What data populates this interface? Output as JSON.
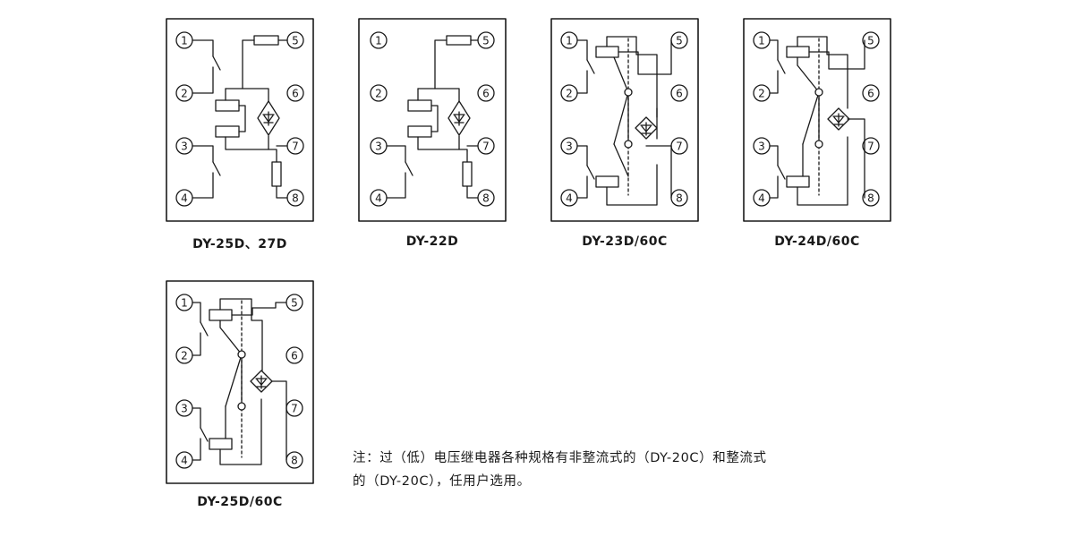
{
  "terminal_labels": [
    "1",
    "2",
    "3",
    "4",
    "5",
    "6",
    "7",
    "8"
  ],
  "diagrams": [
    {
      "id": "dy-25d-27d",
      "caption": "DY-25D、27D"
    },
    {
      "id": "dy-22d",
      "caption": "DY-22D"
    },
    {
      "id": "dy-23d-60c",
      "caption": "DY-23D/60C"
    },
    {
      "id": "dy-24d-60c",
      "caption": "DY-24D/60C"
    },
    {
      "id": "dy-25d-60c",
      "caption": "DY-25D/60C"
    }
  ],
  "note": {
    "line1": "注：过（低）电压继电器各种规格有非整流式的（DY-20C）和整流式",
    "line2": "的（DY-20C），任用户选用。"
  },
  "colors": {
    "ink": "#1a1a1a",
    "background": "#ffffff"
  }
}
